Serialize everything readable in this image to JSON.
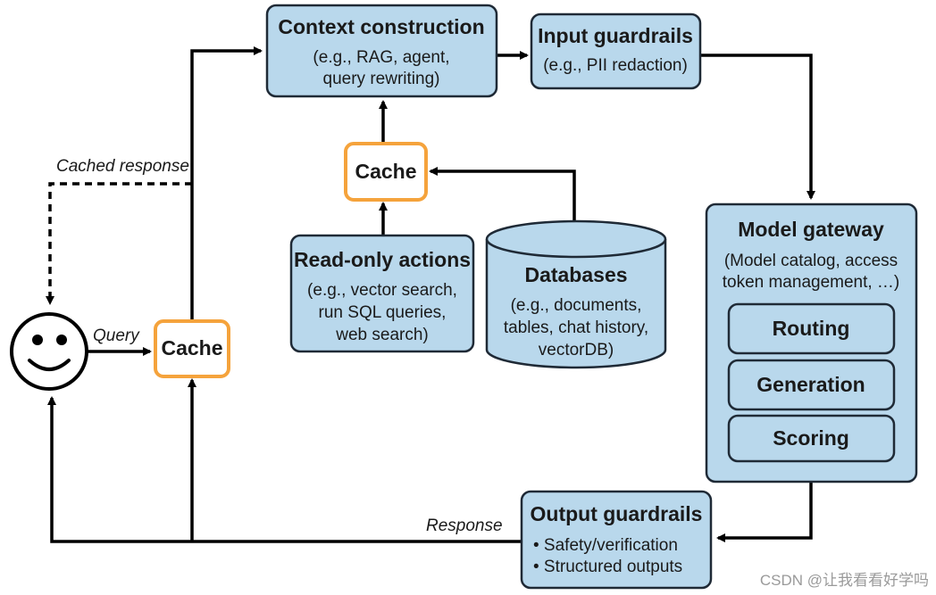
{
  "colors": {
    "box_fill": "#b9d8ec",
    "box_stroke": "#1f2a36",
    "cache_stroke": "#f5a33c",
    "line": "#000000"
  },
  "context_construction": {
    "title": "Context construction",
    "line1": "(e.g., RAG, agent,",
    "line2": "query rewriting)"
  },
  "input_guardrails": {
    "title": "Input guardrails",
    "line1": "(e.g., PII redaction)"
  },
  "cache_top": {
    "label": "Cache"
  },
  "cache_left": {
    "label": "Cache"
  },
  "read_only_actions": {
    "title": "Read-only actions",
    "line1": "(e.g., vector search,",
    "line2": "run SQL queries,",
    "line3": "web search)"
  },
  "databases": {
    "title": "Databases",
    "line1": "(e.g., documents,",
    "line2": "tables, chat history,",
    "line3": "vectorDB)"
  },
  "model_gateway": {
    "title": "Model gateway",
    "line1": "(Model catalog, access",
    "line2": "token management, …)",
    "routing": "Routing",
    "generation": "Generation",
    "scoring": "Scoring"
  },
  "output_guardrails": {
    "title": "Output guardrails",
    "item1": "• Safety/verification",
    "item2": "• Structured outputs"
  },
  "labels": {
    "cached_response": "Cached response",
    "query": "Query",
    "response": "Response"
  },
  "user": {
    "icon": "smiley-face-icon"
  },
  "watermark": "CSDN @让我看看好学吗"
}
